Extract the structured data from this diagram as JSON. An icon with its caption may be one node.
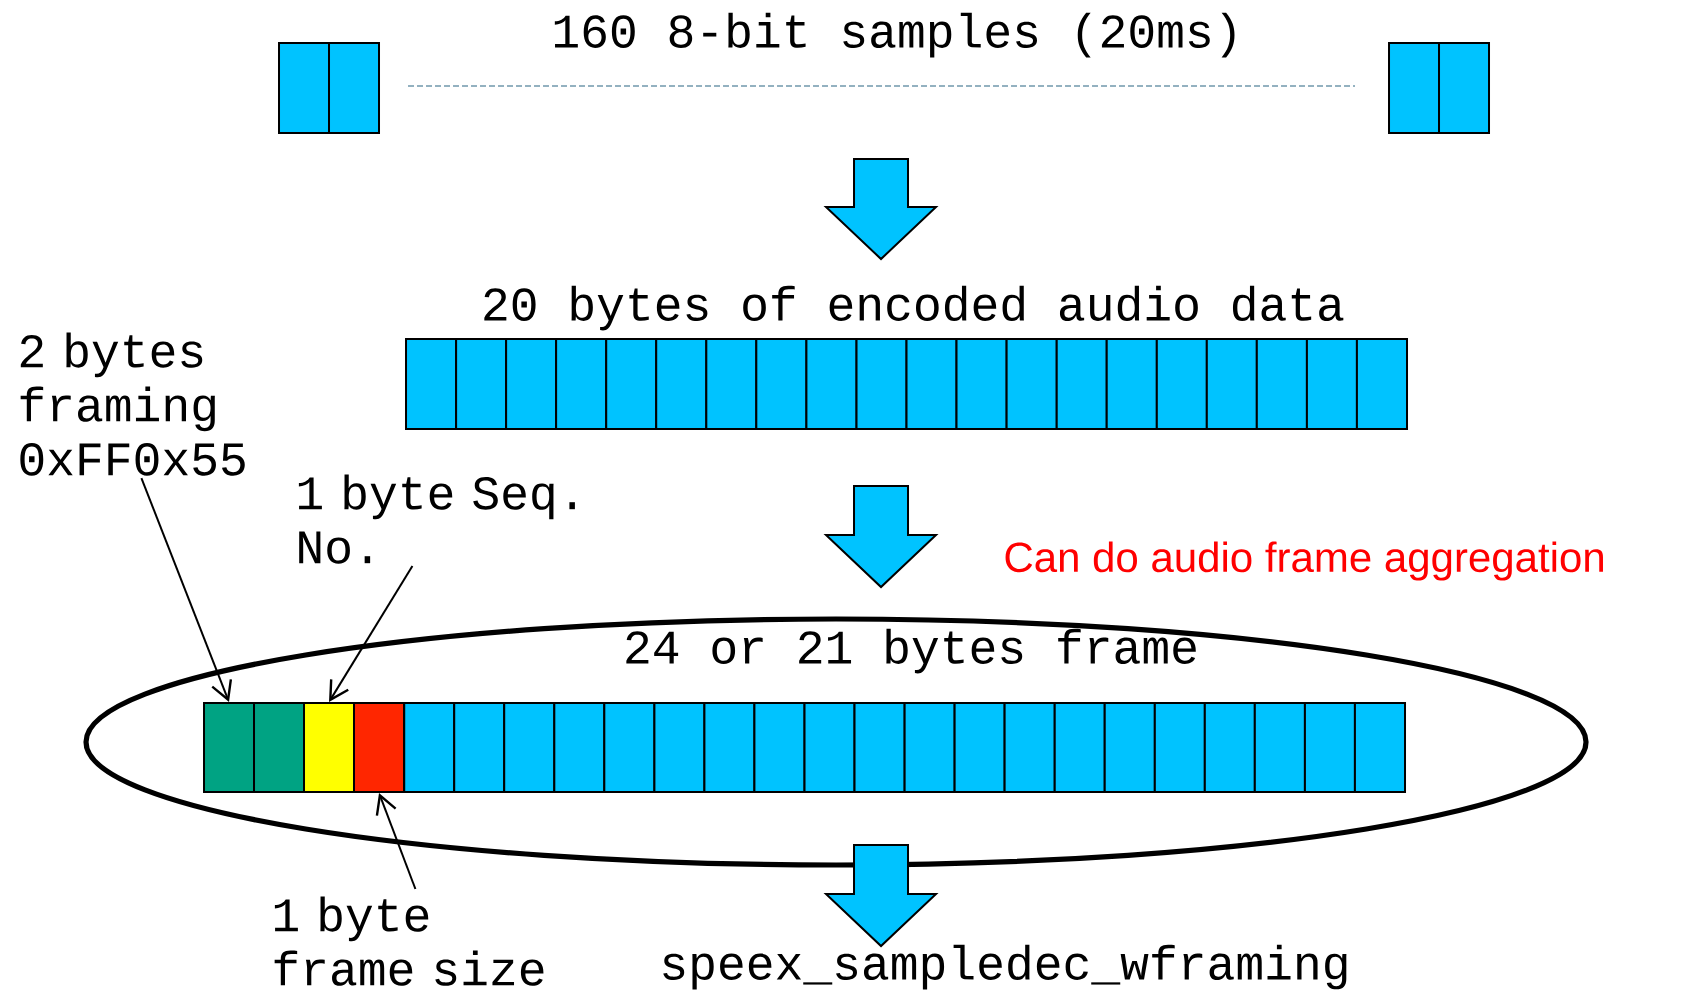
{
  "diagram": {
    "nodes": [
      {
        "text": [
          "160 8-bit samples (20ms)"
        ]
      },
      {
        "text": [
          "20 bytes of encoded audio data"
        ]
      },
      {
        "text": [
          "24 or 21 bytes frame"
        ]
      },
      {
        "text": [],
        "shape": "box",
        "in": 2
      },
      {
        "text": [],
        "shape": "box",
        "in": 2
      },
      {
        "text": [],
        "shape": "box",
        "in": 2
      },
      {
        "text": [],
        "shape": "box",
        "in": 2
      },
      {
        "text": [
          "speex_sampledec_wframing"
        ]
      },
      {
        "text": [
          "2 bytes framing 0xFF0x55"
        ]
      },
      {
        "text": [
          "1 byte Seq. No."
        ]
      },
      {
        "text": [
          "1 byte frame size"
        ]
      }
    ],
    "edges": [
      {
        "from": 0,
        "to": 1,
        "arrow": "to"
      },
      {
        "from": 1,
        "to": 2,
        "arrow": "to"
      },
      {
        "from": 2,
        "to": 7,
        "arrow": "to"
      },
      {
        "from": 8,
        "to": 3,
        "arrow": "to"
      },
      {
        "from": 9,
        "to": 5,
        "arrow": "to"
      },
      {
        "from": 10,
        "to": 6,
        "arrow": "to"
      }
    ],
    "labels": [
      "Can do audio frame aggregation"
    ]
  }
}
